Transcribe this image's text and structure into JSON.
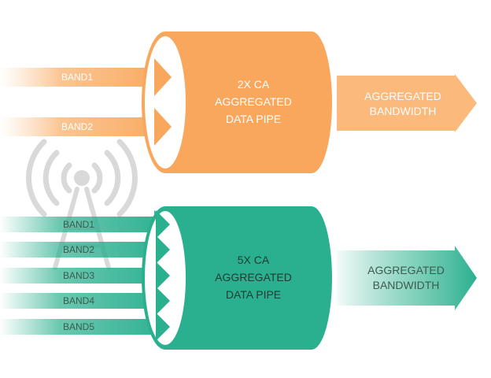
{
  "colors": {
    "orange": "#f8a75c",
    "orange_light": "#fbc189",
    "green": "#2bb08f",
    "green_light": "#6fcaae",
    "tower": "#d9d9d9",
    "white": "#ffffff",
    "dark_text": "#3d5a50"
  },
  "icons": {
    "tower": "cell-tower-icon"
  },
  "top": {
    "bands": [
      "BAND1",
      "BAND2"
    ],
    "pipe_lines": [
      "2X CA",
      "AGGREGATED",
      "DATA PIPE"
    ],
    "output_lines": [
      "AGGREGATED",
      "BANDWIDTH"
    ]
  },
  "bottom": {
    "bands": [
      "BAND1",
      "BAND2",
      "BAND3",
      "BAND4",
      "BAND5"
    ],
    "pipe_lines": [
      "5X CA",
      "AGGREGATED",
      "DATA PIPE"
    ],
    "output_lines": [
      "AGGREGATED",
      "BANDWIDTH"
    ]
  }
}
